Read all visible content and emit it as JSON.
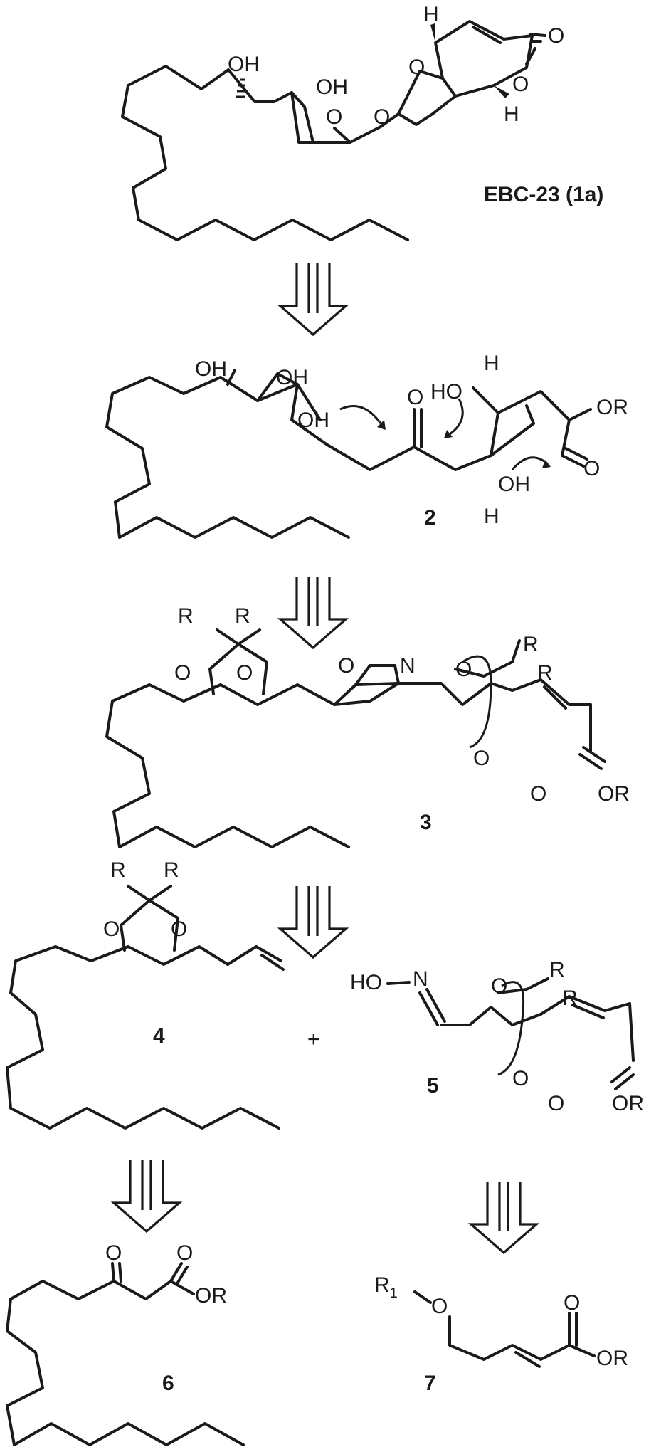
{
  "compounds": [
    {
      "id": "1a",
      "label": "EBC-23 (1a)"
    },
    {
      "id": "2",
      "label": "2"
    },
    {
      "id": "3",
      "label": "3"
    },
    {
      "id": "4",
      "label": "4"
    },
    {
      "id": "5",
      "label": "5"
    },
    {
      "id": "6",
      "label": "6"
    },
    {
      "id": "7",
      "label": "7"
    }
  ],
  "plus_sign": "+",
  "atoms": {
    "H": "H",
    "O": "O",
    "N": "N",
    "OH": "OH",
    "HO": "HO",
    "OR": "OR",
    "R": "R",
    "R1_main": "R",
    "R1_sub": "1",
    "HO_oxime": "HO"
  }
}
